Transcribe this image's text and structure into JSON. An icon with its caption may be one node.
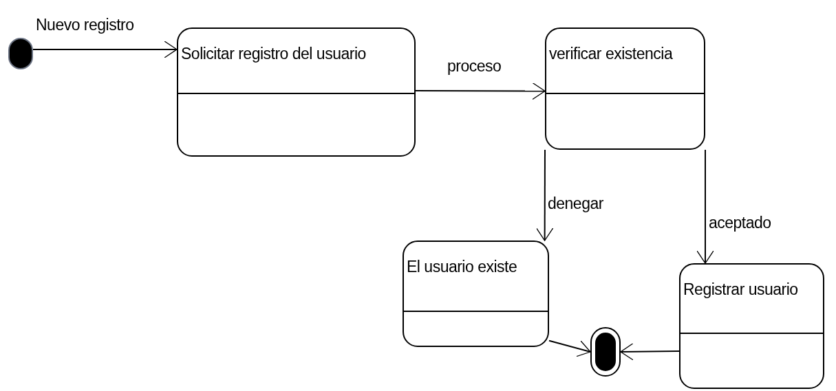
{
  "diagram": {
    "nodes": [
      {
        "text": [],
        "shape": "circle"
      },
      {
        "text": [
          "Solicitar registro del usuario"
        ]
      },
      {
        "text": [
          "verificar existencia"
        ]
      },
      {
        "text": [
          "El usuario existe"
        ]
      },
      {
        "text": [
          "Registrar usuario"
        ]
      },
      {
        "text": [],
        "shape": "bullseye"
      }
    ],
    "edges": [
      {
        "from": 0,
        "to": 1,
        "arrow": "to",
        "label": "Nuevo registro"
      },
      {
        "from": 1,
        "to": 2,
        "arrow": "to",
        "label": "proceso"
      },
      {
        "from": 2,
        "to": 3,
        "arrow": "to",
        "label": "denegar"
      },
      {
        "from": 2,
        "to": 4,
        "arrow": "to",
        "label": "aceptado"
      },
      {
        "from": 3,
        "to": 5,
        "arrow": "to"
      },
      {
        "from": 4,
        "to": 5,
        "arrow": "to"
      }
    ]
  }
}
